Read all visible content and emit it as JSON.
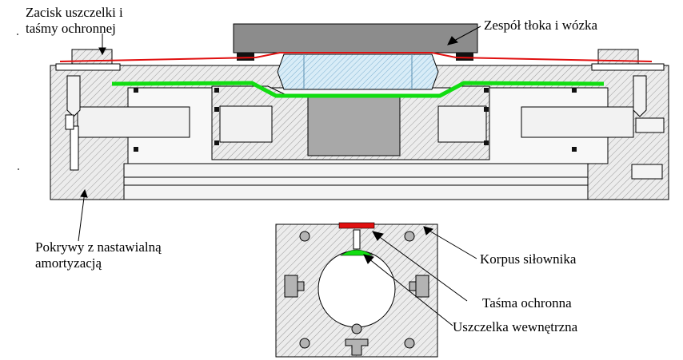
{
  "labels": {
    "clamp_line1": "Zacisk uszczelki i",
    "clamp_line2": "taśmy ochronnej",
    "piston_assembly": "Zespół tłoka i wózka",
    "covers_line1": "Pokrywy z nastawialną",
    "covers_line2": "amortyzacją",
    "body": "Korpus siłownika",
    "protective_band": "Taśma ochronna",
    "inner_seal": "Uszczelka wewnętrzna"
  },
  "colors": {
    "protective_band": "#e01010",
    "inner_seal": "#11dd11",
    "hatch_body": "#d6d6d6",
    "piston_blue": "#cfe6f3",
    "carriage": "#8c8c8c",
    "background": "#ffffff"
  }
}
